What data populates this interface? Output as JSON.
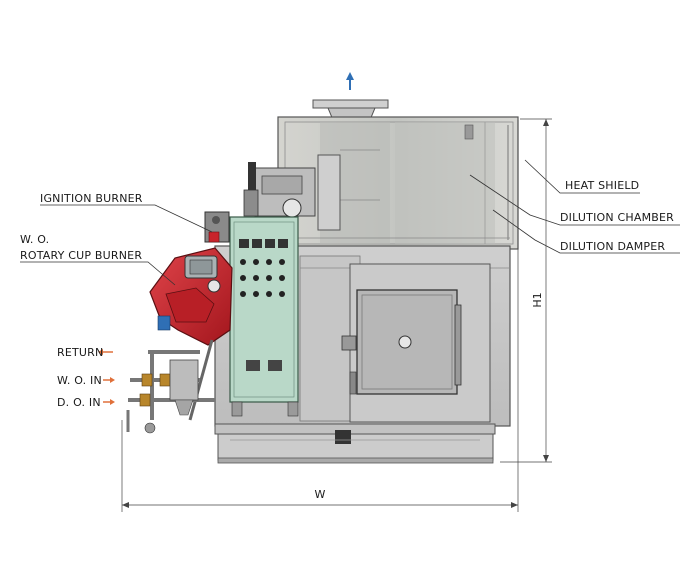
{
  "labels": {
    "heat_shield": "HEAT SHIELD",
    "dilution_chamber": "DILUTION CHAMBER",
    "dilution_damper": "DILUTION DAMPER",
    "ignition_burner": "IGNITION BURNER",
    "wo_line1": "W. O.",
    "wo_line2": "ROTARY CUP BURNER",
    "return": "RETURN",
    "wo_in": "W. O. IN",
    "do_in": "D. O. IN"
  },
  "dimensions": {
    "height": "H1",
    "width": "W"
  },
  "colors": {
    "steel": "#c8c8c8",
    "steel_dark": "#8a8a8a",
    "panel": "#b9d8c8",
    "burner_red": "#c8242b",
    "arrow_blue": "#2f6fb5",
    "arrow_orange": "#e0703a"
  }
}
